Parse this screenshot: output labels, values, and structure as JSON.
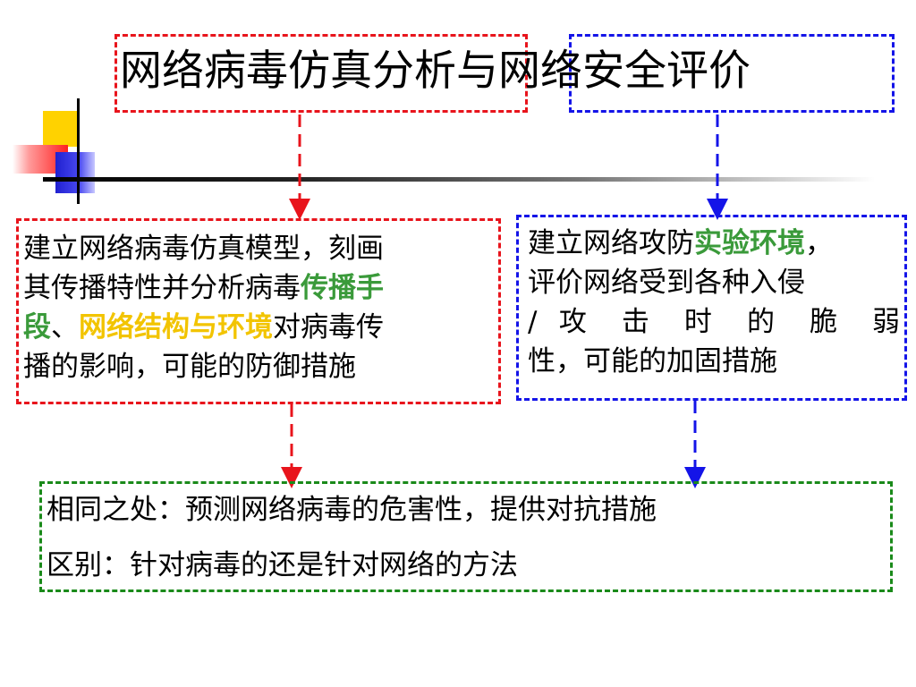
{
  "title": {
    "left": "网络病毒仿真分析",
    "connector": "与",
    "right": "网络安全评价"
  },
  "left_box": {
    "line1": "建立网络病毒仿真模型，刻画",
    "line2_a": "其传播特性并分析病毒",
    "line2_b": "传播手",
    "line3_a": "段",
    "line3_b": "、",
    "line3_c": "网络结构与环境",
    "line3_d": "对病毒传",
    "line4": "播的影响，可能的防御措施"
  },
  "right_box": {
    "line1_a": "建立网络攻防",
    "line1_b": "实验环境",
    "line1_c": "，",
    "line2": "评价网络受到各种入侵",
    "line3": "/ 攻 击 时 的 脆 弱",
    "line4": "性，可能的加固措施"
  },
  "bottom_box": {
    "line1": "相同之处：预测网络病毒的危害性，提供对抗措施",
    "line2": "区别：针对病毒的还是针对网络的方法"
  },
  "colors": {
    "red": "#e8141c",
    "blue": "#1414e8",
    "green": "#1a8a1a",
    "highlight_green": "#3a9a3a",
    "highlight_yellow": "#f2c400"
  }
}
